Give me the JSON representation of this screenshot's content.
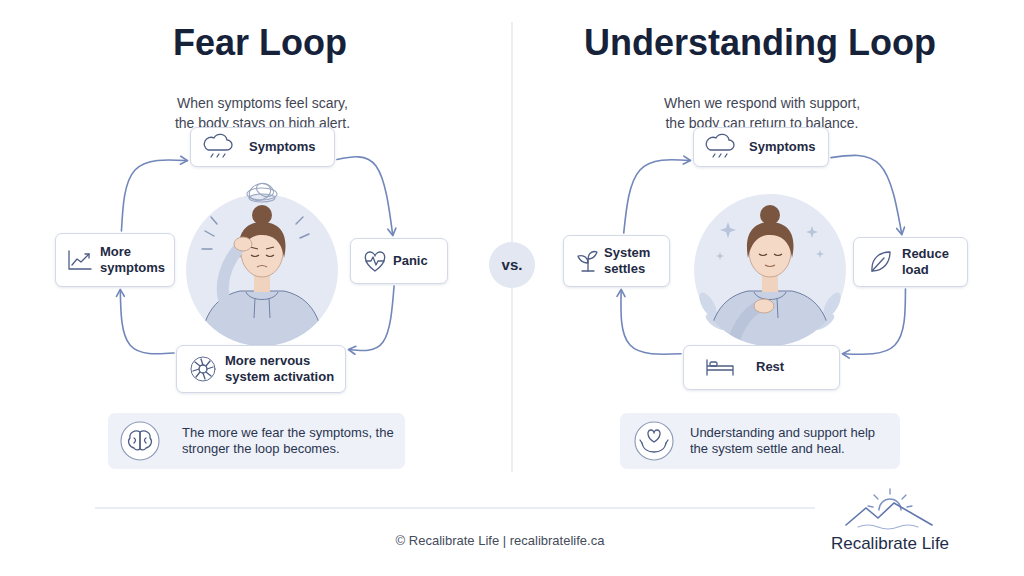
{
  "diagram": {
    "nodes": [
      {
        "text": [
          "Symptoms"
        ]
      },
      {
        "text": [
          "More symptoms"
        ]
      },
      {
        "text": [
          "Panic"
        ]
      },
      {
        "text": [
          "More nervous system activation"
        ]
      },
      {
        "text": [
          "The more we fear the symptoms, the stronger the loop becomes."
        ]
      },
      {
        "text": [
          "vs."
        ]
      },
      {
        "text": [
          "Symptoms"
        ]
      },
      {
        "text": [
          "System settles"
        ]
      },
      {
        "text": [
          "Reduce load"
        ]
      },
      {
        "text": [
          "Rest"
        ]
      },
      {
        "text": [
          "Understanding and support help the system settle and heal."
        ]
      }
    ],
    "edges": [
      {
        "from": 0,
        "to": 2,
        "arrow": "to"
      },
      {
        "from": 2,
        "to": 3,
        "arrow": "to"
      },
      {
        "from": 3,
        "to": 1,
        "arrow": "to"
      },
      {
        "from": 1,
        "to": 0,
        "arrow": "to"
      },
      {
        "from": 6,
        "to": 8,
        "arrow": "to"
      },
      {
        "from": 8,
        "to": 9,
        "arrow": "to"
      },
      {
        "from": 9,
        "to": 7,
        "arrow": "to"
      },
      {
        "from": 7,
        "to": 6,
        "arrow": "to"
      }
    ],
    "labels": [
      "Fear Loop",
      "When symptoms feel scary, the body stays on high alert.",
      "Understanding Loop",
      "When we respond with support, the body can return to balance.",
      "© Recalibrate Life | recalibratelife.ca",
      "Recalibrate Life"
    ]
  }
}
